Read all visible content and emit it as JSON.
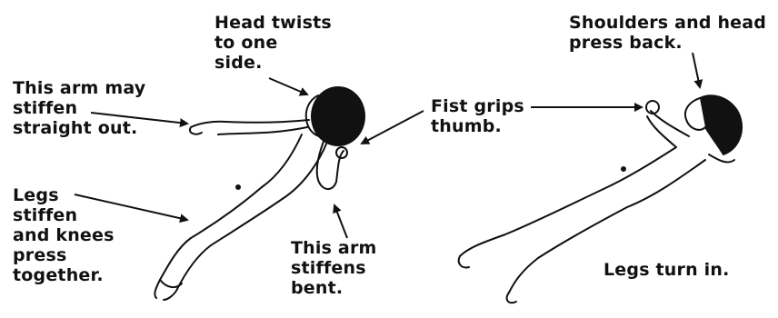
{
  "labels": {
    "head_twists": [
      "Head twists",
      "to one",
      "side."
    ],
    "arm_stiffen_straight": [
      "This arm may",
      "stiffen",
      "straight out."
    ],
    "legs_stiffen": [
      "Legs",
      "stiffen",
      "and knees",
      "press",
      "together."
    ],
    "fist_grips": [
      "Fist grips",
      "thumb."
    ],
    "arm_stiffens_bent": [
      "This arm",
      "stiffens",
      "bent."
    ],
    "shoulders_head": [
      "Shoulders and head",
      "press back."
    ],
    "legs_turn_in": [
      "Legs turn in."
    ]
  },
  "colors": {
    "ink": "#111111",
    "background": "#ffffff"
  }
}
